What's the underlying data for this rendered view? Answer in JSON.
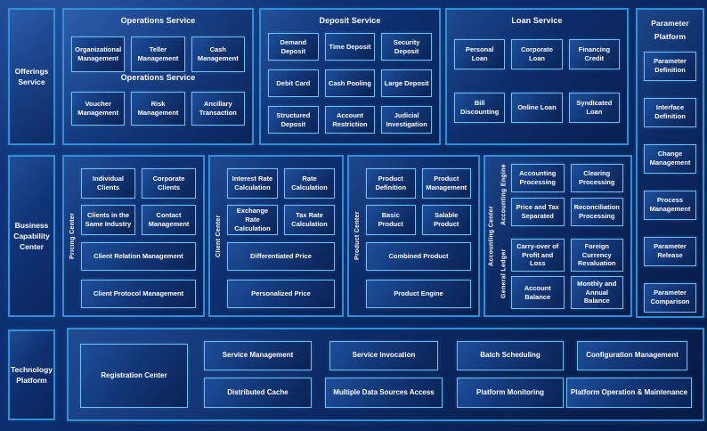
{
  "colors": {
    "background": "#0b2c6a",
    "panel_border": "#2f8fd8",
    "box_border": "#72c0f2",
    "text": "#ffffff"
  },
  "left_rail": {
    "items": [
      {
        "label": "Offerings Service"
      },
      {
        "label": "Business Capability Center"
      },
      {
        "label": "Technology Platform"
      }
    ]
  },
  "top": {
    "operations": {
      "title": "Operations Service",
      "subtitle": "Operations Service",
      "row1": [
        "Organizational Management",
        "Teller Management",
        "Cash Management"
      ],
      "row2": [
        "Voucher Management",
        "Risk Management",
        "Ancillary Transaction"
      ]
    },
    "deposit": {
      "title": "Deposit Service",
      "rows": [
        [
          "Demand Deposit",
          "Time Deposit",
          "Security Deposit"
        ],
        [
          "Debit Card",
          "Cash Pooling",
          "Large Deposit"
        ],
        [
          "Structured Deposit",
          "Account Restriction",
          "Judicial Investigation"
        ]
      ]
    },
    "loan": {
      "title": "Loan Service",
      "rows": [
        [
          "Personal Loan",
          "Corporate Loan",
          "Financing Credit"
        ],
        [
          "Bill Discounting",
          "Online Loan",
          "Syndicated Loan"
        ]
      ]
    }
  },
  "parameter_platform": {
    "title": "Parameter Platform",
    "items": [
      "Parameter Definition",
      "Interface Definition",
      "Change Management",
      "Process Management",
      "Parameter Release",
      "Parameter Comparison"
    ]
  },
  "middle": {
    "pricing": {
      "label": "Pricing Center",
      "grid": [
        "Individual Clients",
        "Corporate Clients",
        "Clients in the Same Industry",
        "Contact Management"
      ],
      "wide": [
        "Client Relation Management",
        "Client Protocol Management"
      ]
    },
    "client": {
      "label": "Client Center",
      "grid": [
        "Interest Rate Calculation",
        "Rate Calculation",
        "Exchange Rate Calculation",
        "Tax Rate Calculation"
      ],
      "wide": [
        "Differentiated Price",
        "Personalized Price"
      ]
    },
    "product": {
      "label": "Product Center",
      "grid": [
        "Product Definition",
        "Product Management",
        "Basic Product",
        "Salable Product"
      ],
      "wide": [
        "Combined Product",
        "Product Engine"
      ]
    },
    "accounting": {
      "label": "Accounting Center",
      "groups": [
        {
          "label": "Accounting Engine",
          "boxes": [
            "Accounting Processing",
            "Clearing Processing",
            "Price and Tax Separated",
            "Reconciliation Processing"
          ]
        },
        {
          "label": "General Ledger",
          "boxes": [
            "Carry-over of Profit and Loss",
            "Foreign Currency Revaluation",
            "Account Balance",
            "Monthly and Annual Balance"
          ]
        }
      ]
    }
  },
  "bottom": {
    "registration_label": "Registration Center",
    "cells": [
      [
        "Service Management",
        "Distributed Cache"
      ],
      [
        "Service Invocation",
        "Multiple Data Sources Access"
      ],
      [
        "Batch Scheduling",
        "Platform Monitoring"
      ],
      [
        "Configuration Management",
        "Platform Operation & Maintenance"
      ]
    ]
  }
}
